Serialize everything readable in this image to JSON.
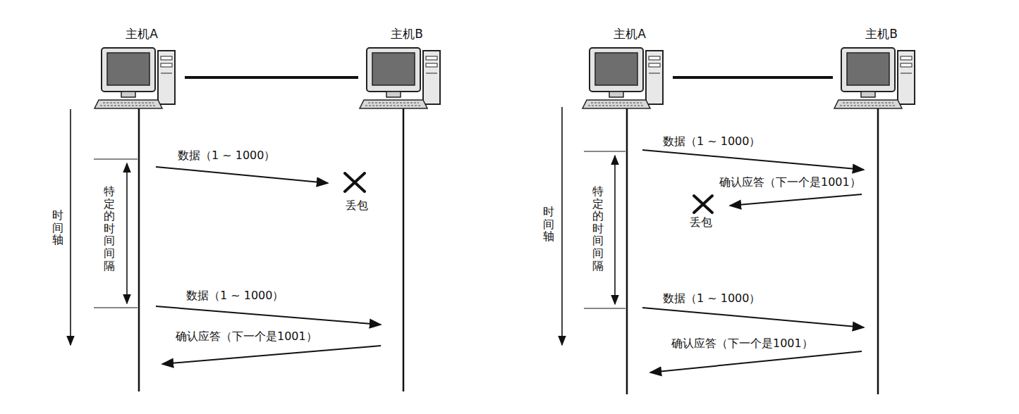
{
  "diagram": {
    "nodes": [
      {
        "text": [
          "主机A"
        ]
      },
      {
        "text": [
          "主机B"
        ]
      },
      {
        "text": [
          "主机A"
        ]
      },
      {
        "text": [
          "主机B"
        ]
      }
    ],
    "edges": [
      {
        "from": 0,
        "to": 1,
        "arrow": "none"
      },
      {
        "from": 2,
        "to": 3,
        "arrow": "none"
      }
    ],
    "labels": [
      "时间轴",
      "特定的时间间隔",
      "数据（1 ~ 1000）",
      "丢包",
      "数据（1 ~ 1000）",
      "确认应答（下一个是1001）",
      "时间轴",
      "特定的时间间隔",
      "数据（1 ~ 1000）",
      "确认应答（下一个是1001）",
      "丢包",
      "数据（1 ~ 1000）",
      "确认应答（下一个是1001）"
    ]
  }
}
